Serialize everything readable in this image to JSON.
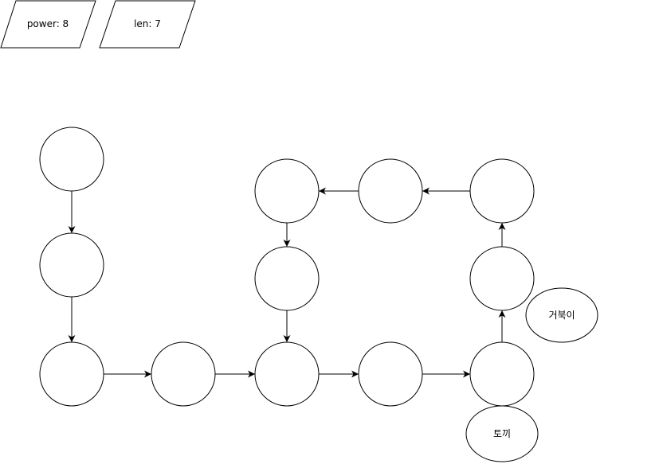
{
  "params": [
    {
      "id": "power",
      "text": "power: 8"
    },
    {
      "id": "len",
      "text": "len: 7"
    }
  ],
  "labels": {
    "turtle": "거북이",
    "rabbit": "토끼"
  },
  "nodes": [
    "n1",
    "n2",
    "n3",
    "n4",
    "n5",
    "n6",
    "n7",
    "n8",
    "n9",
    "n10",
    "n11",
    "n12"
  ],
  "edges": [
    [
      "n1",
      "n2"
    ],
    [
      "n2",
      "n3"
    ],
    [
      "n3",
      "n4"
    ],
    [
      "n4",
      "n5"
    ],
    [
      "n5",
      "n6"
    ],
    [
      "n6",
      "n7"
    ],
    [
      "n7",
      "n8"
    ],
    [
      "n8",
      "n9"
    ],
    [
      "n9",
      "n10"
    ],
    [
      "n10",
      "n11"
    ],
    [
      "n11",
      "n12"
    ],
    [
      "n12",
      "n5"
    ]
  ]
}
